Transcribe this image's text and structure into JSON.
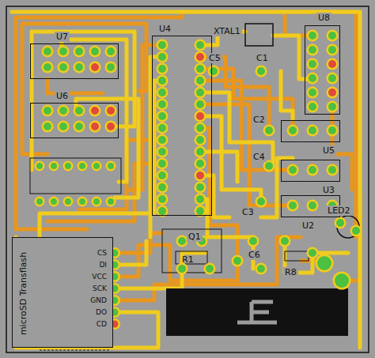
{
  "diagram": {
    "nodes": [
      {
        "text": [
          "U7"
        ]
      },
      {
        "text": [
          "U4"
        ]
      },
      {
        "text": [
          "U8"
        ]
      },
      {
        "text": [
          "U6"
        ]
      },
      {
        "text": [
          "U5"
        ]
      },
      {
        "text": [
          "U3"
        ]
      },
      {
        "text": [
          "U2"
        ]
      },
      {
        "text": [
          "Q1"
        ]
      },
      {
        "text": [
          "microSD Transflash"
        ]
      }
    ],
    "labels": [
      "XTAL1",
      "C5",
      "C1",
      "C2",
      "C4",
      "C3",
      "C6",
      "LED2",
      "R1",
      "R8",
      "CS",
      "DI",
      "VCC",
      "SCK",
      "GND",
      "DO",
      "CD"
    ]
  }
}
